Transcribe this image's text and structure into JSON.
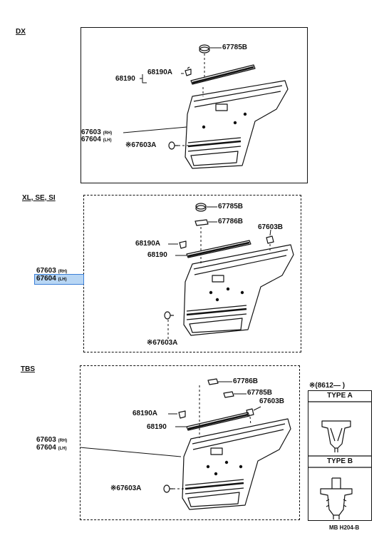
{
  "sections": {
    "dx": "DX",
    "xl": "XL, SE, SI",
    "tbs": "TBS"
  },
  "dx": {
    "p67785b": "67785B",
    "p68190a": "68190A",
    "p68190": "68190",
    "p67603": "67603",
    "rh": "(RH)",
    "p67604": "67604",
    "lh": "(LH)",
    "p67603a": "※67603A"
  },
  "xl": {
    "p67785b": "67785B",
    "p67786b": "67786B",
    "p67603b": "67603B",
    "p68190a": "68190A",
    "p68190": "68190",
    "p67603": "67603",
    "rh": "(RH)",
    "p67604": "67604",
    "lh": "(LH)",
    "p67603a": "※67603A"
  },
  "tbs": {
    "p67786b": "67786B",
    "p67785b": "67785B",
    "p67603b": "67603B",
    "p68190a": "68190A",
    "p68190": "68190",
    "p67603": "67603",
    "rh": "(RH)",
    "p67604": "67604",
    "lh": "(LH)",
    "p67603a": "※67603A"
  },
  "clip_legend": {
    "note": "※(8612—        )",
    "type_a": "TYPE  A",
    "type_b": "TYPE  B"
  },
  "footer": "MB  H204-B",
  "colors": {
    "line": "#111111",
    "highlight": "#b8d6f4",
    "highlight_border": "#3c7fd6"
  }
}
